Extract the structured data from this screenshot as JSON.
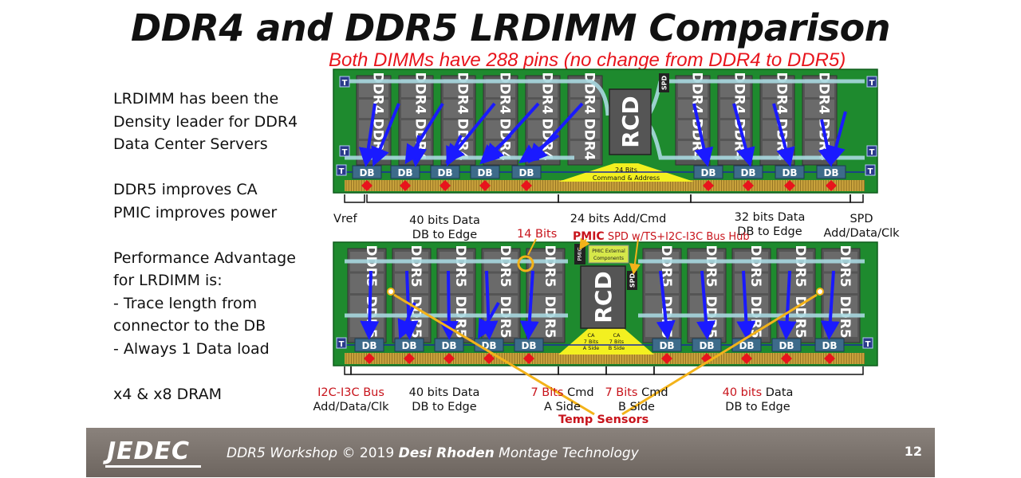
{
  "title": "DDR4 and DDR5 LRDIMM Comparison",
  "subtitle": "Both DIMMs have 288 pins (no change from DDR4 to DDR5)",
  "bullets": [
    "LRDIMM has been the",
    "Density leader for DDR4",
    "Data Center Servers",
    "",
    "DDR5 improves CA",
    "PMIC improves power",
    "",
    "Performance Advantage",
    "for LRDIMM is:",
    "- Trace length from",
    "connector to the DB",
    "- Always 1 Data load",
    "",
    "x4 & x8 DRAM"
  ],
  "ddr4": {
    "chip_label": "DDR4",
    "db_label": "DB",
    "t_label": "T",
    "rcd_label": "RCD",
    "spd_label": "SPD",
    "ca_line1": "24 Bits",
    "ca_line2": "Command & Address",
    "labels": {
      "vref": "Vref",
      "data_left_1": "40 bits Data",
      "data_left_2": "DB to Edge",
      "addcmd": "24 bits Add/Cmd",
      "data_right_1": "32 bits Data",
      "data_right_2": "DB to Edge",
      "spd_1": "SPD",
      "spd_2": "Add/Data/Clk"
    }
  },
  "ddr5": {
    "chip_label": "DDR5",
    "db_label": "DB",
    "t_label": "T",
    "rcd_label": "RCD",
    "spd_label": "SPD",
    "pmic_label": "PMIC",
    "pmic_ext_1": "PMIC External",
    "pmic_ext_2": "Components",
    "ca_a": [
      "CA",
      "7 Bits",
      "A Side"
    ],
    "ca_b": [
      "CA",
      "7 Bits",
      "B Side"
    ],
    "labels": {
      "bits14": "14 Bits",
      "pmic": "PMIC",
      "spd_hub": "SPD w/TS+I2C-I3C Bus Hub",
      "i2c_1": "I2C-I3C Bus",
      "i2c_2": "Add/Data/Clk",
      "data_left_1": "40 bits Data",
      "data_left_2": "DB to Edge",
      "cmd_a_bits": "7 Bits",
      "cmd_a_word": " Cmd",
      "cmd_a_2": "A Side",
      "cmd_b_bits": "7 Bits",
      "cmd_b_word": " Cmd",
      "cmd_b_2": "B Side",
      "data_right_bits": "40 bits",
      "data_right_word": " Data",
      "data_right_2": "DB to Edge",
      "temp": "Temp Sensors"
    }
  },
  "colors": {
    "pcb": "#1e8a2e",
    "chip": "#555555",
    "db": "#3d6b8a",
    "arrow": "#1a1aff",
    "trace": "#a8d8e0",
    "pad": "#e8141c",
    "ca_region": "#f3f020",
    "gold": "#c9a23c",
    "sensor_line": "#f3b31a",
    "label_red": "#c8141c"
  },
  "footer": {
    "brand": "JEDEC",
    "workshop": "DDR5 Workshop",
    "copyright": " © 2019 ",
    "author": "Desi Rhoden",
    "company": " Montage Technology",
    "page": "12"
  }
}
